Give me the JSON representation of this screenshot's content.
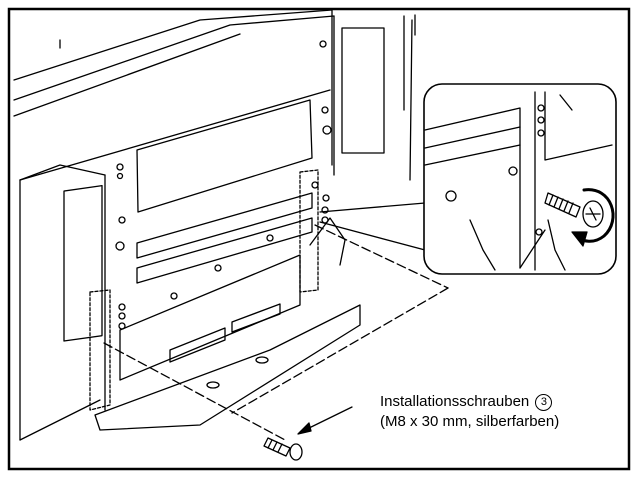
{
  "callout": {
    "line1_text": "Installationsschrauben",
    "part_number": "3",
    "line2_text": "(M8 x 30 mm, silberfarben)"
  },
  "colors": {
    "ink": "#000000",
    "hatch": "#888888",
    "paper": "#ffffff"
  },
  "icons": {
    "rotation_arrow": "clockwise-arrow-icon",
    "screw": "screw-icon"
  }
}
